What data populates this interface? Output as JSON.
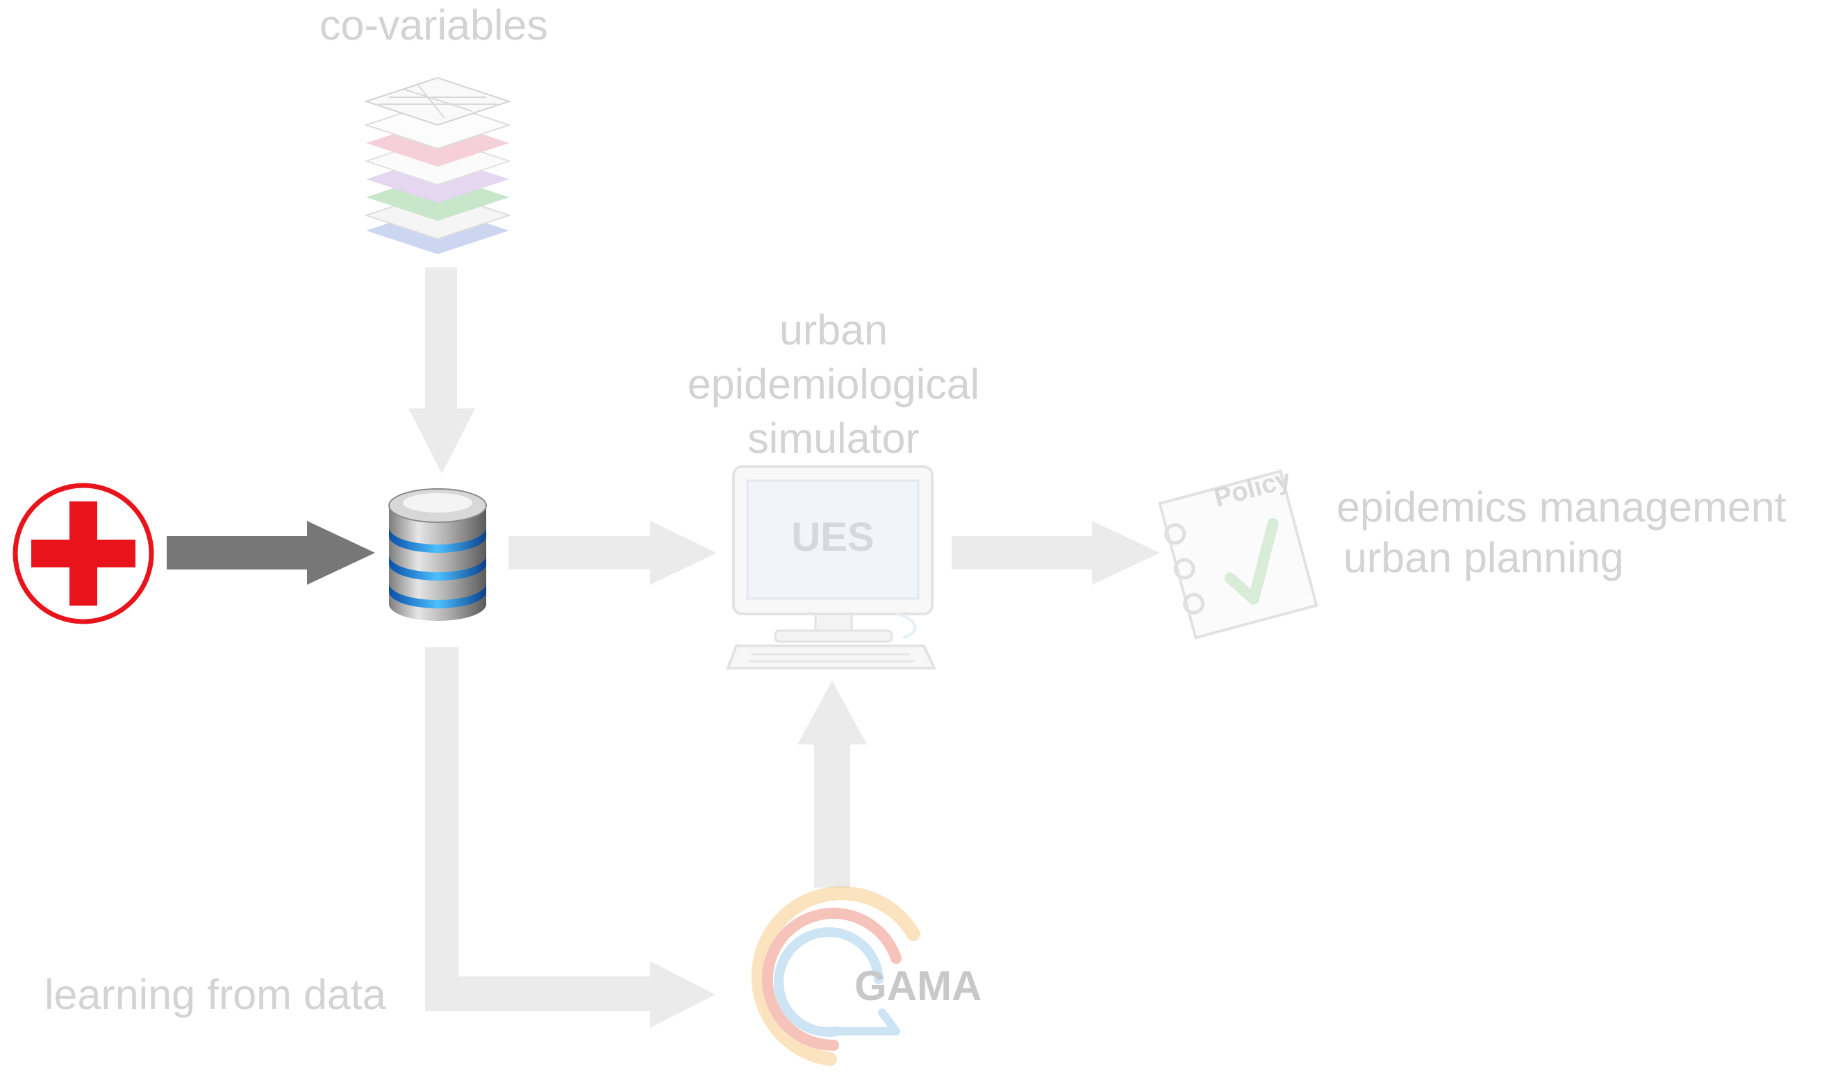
{
  "labels": {
    "covariables": "co-variables",
    "ues_title_1": "urban",
    "ues_title_2": "epidemiological",
    "ues_title_3": "simulator",
    "outcome_1": "epidemics management",
    "outcome_2": "urban planning",
    "learning": "learning from data"
  },
  "icons": {
    "health": "red-cross-icon",
    "covariable_layers": "map-layers-icon",
    "database": "database-icon",
    "simulator": "computer-icon",
    "policy": "policy-notepad-icon",
    "gama": "gama-logo-icon"
  },
  "monitor_text": "UES",
  "policy_text": "Policy",
  "gama_text": "GAMA",
  "colors": {
    "faded_arrow": "#ebebeb",
    "active_arrow": "#777777",
    "cross_red": "#e8131b",
    "label_grey": "#d3d3d3"
  }
}
